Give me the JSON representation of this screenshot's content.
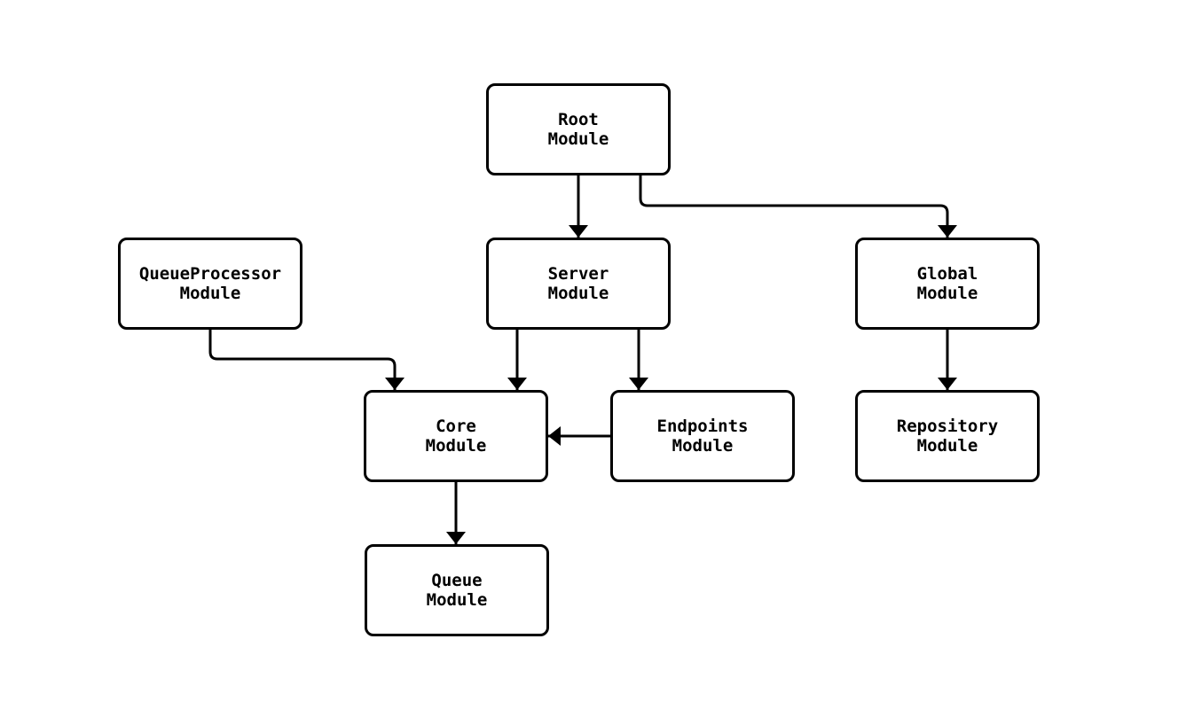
{
  "diagram": {
    "background_color": "#ffffff",
    "node_fill_color": "#ffffff",
    "stroke_color": "#000000",
    "nodes": [
      {
        "id": "root",
        "label": "Root\nModule"
      },
      {
        "id": "queueprocessor",
        "label": "QueueProcessor\nModule"
      },
      {
        "id": "server",
        "label": "Server\nModule"
      },
      {
        "id": "global",
        "label": "Global\nModule"
      },
      {
        "id": "core",
        "label": "Core\nModule"
      },
      {
        "id": "endpoints",
        "label": "Endpoints\nModule"
      },
      {
        "id": "repository",
        "label": "Repository\nModule"
      },
      {
        "id": "queue",
        "label": "Queue\nModule"
      }
    ],
    "edges": [
      {
        "from": "root",
        "to": "server"
      },
      {
        "from": "root",
        "to": "global"
      },
      {
        "from": "queueprocessor",
        "to": "core"
      },
      {
        "from": "server",
        "to": "core"
      },
      {
        "from": "server",
        "to": "endpoints"
      },
      {
        "from": "endpoints",
        "to": "core"
      },
      {
        "from": "global",
        "to": "repository"
      },
      {
        "from": "core",
        "to": "queue"
      }
    ]
  }
}
